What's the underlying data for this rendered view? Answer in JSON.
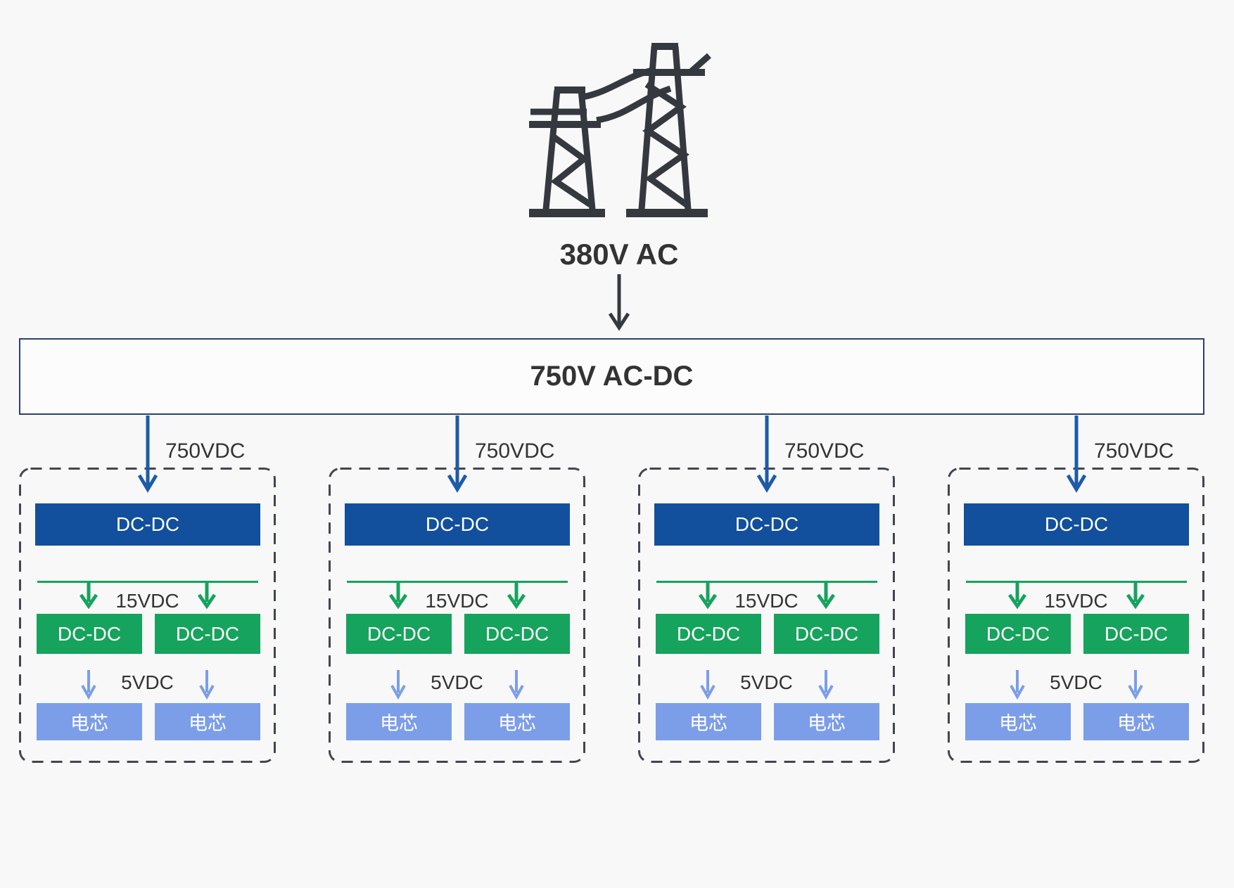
{
  "diagram": {
    "source_label": "380V AC",
    "main_converter_label": "750V AC-DC",
    "groups": [
      {
        "input_label": "750VDC",
        "primary_converter": "DC-DC",
        "mid_voltage_label": "15VDC",
        "sub_converters": [
          "DC-DC",
          "DC-DC"
        ],
        "output_voltage_label": "5VDC",
        "cells": [
          "电芯",
          "电芯"
        ]
      },
      {
        "input_label": "750VDC",
        "primary_converter": "DC-DC",
        "mid_voltage_label": "15VDC",
        "sub_converters": [
          "DC-DC",
          "DC-DC"
        ],
        "output_voltage_label": "5VDC",
        "cells": [
          "电芯",
          "电芯"
        ]
      },
      {
        "input_label": "750VDC",
        "primary_converter": "DC-DC",
        "mid_voltage_label": "15VDC",
        "sub_converters": [
          "DC-DC",
          "DC-DC"
        ],
        "output_voltage_label": "5VDC",
        "cells": [
          "电芯",
          "电芯"
        ]
      },
      {
        "input_label": "750VDC",
        "primary_converter": "DC-DC",
        "mid_voltage_label": "15VDC",
        "sub_converters": [
          "DC-DC",
          "DC-DC"
        ],
        "output_voltage_label": "5VDC",
        "cells": [
          "电芯",
          "电芯"
        ]
      }
    ]
  },
  "icons": {
    "transmission_towers": "transmission-towers-icon",
    "down_arrow": "down-arrow-icon"
  },
  "colors": {
    "background": "#f8f8f9",
    "primary_blue": "#124f9c",
    "arrow_blue": "#1d5ba9",
    "green": "#16a35d",
    "cell_blue": "#7c9ee8",
    "dark_text": "#333333",
    "icon_dark": "#35393f",
    "dash_border": "#41454e",
    "acdc_border": "#2c4166"
  }
}
